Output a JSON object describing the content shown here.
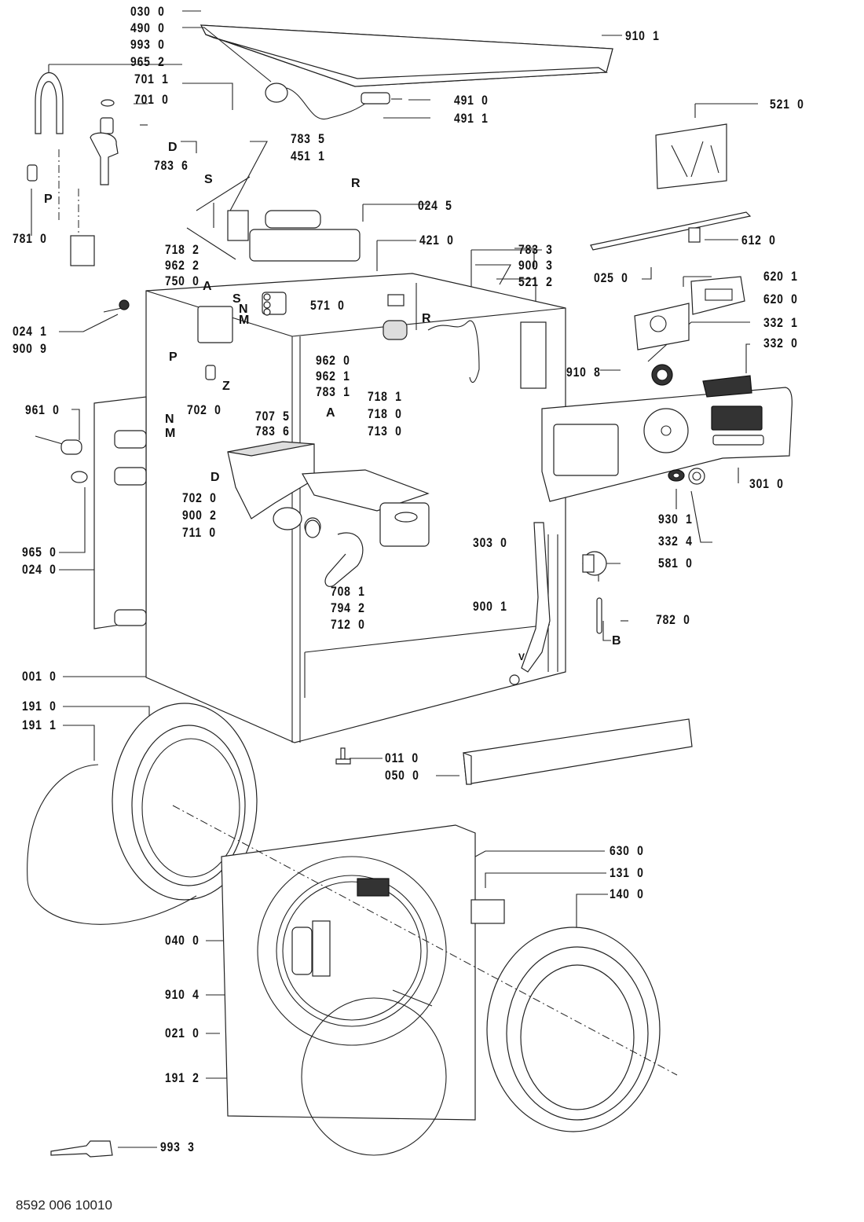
{
  "document": {
    "title": "Washing machine exploded parts diagram",
    "doc_number": "8592 006 10010"
  },
  "part_labels": [
    {
      "id": "030-0",
      "text": "030  0"
    },
    {
      "id": "490-0",
      "text": "490  0"
    },
    {
      "id": "993-0",
      "text": "993  0"
    },
    {
      "id": "965-2",
      "text": "965  2"
    },
    {
      "id": "701-1",
      "text": "701  1"
    },
    {
      "id": "701-0",
      "text": "701  0"
    },
    {
      "id": "783-6a",
      "text": "783  6"
    },
    {
      "id": "783-5",
      "text": "783  5"
    },
    {
      "id": "451-1",
      "text": "451  1"
    },
    {
      "id": "910-1",
      "text": "910  1"
    },
    {
      "id": "491-0",
      "text": "491  0"
    },
    {
      "id": "491-1",
      "text": "491  1"
    },
    {
      "id": "521-0",
      "text": "521  0"
    },
    {
      "id": "024-5",
      "text": "024  5"
    },
    {
      "id": "781-0",
      "text": "781  0"
    },
    {
      "id": "718-2",
      "text": "718  2"
    },
    {
      "id": "962-2",
      "text": "962  2"
    },
    {
      "id": "750-0",
      "text": "750  0"
    },
    {
      "id": "421-0",
      "text": "421  0"
    },
    {
      "id": "612-0",
      "text": "612  0"
    },
    {
      "id": "783-3",
      "text": "783  3"
    },
    {
      "id": "900-3",
      "text": "900  3"
    },
    {
      "id": "521-2",
      "text": "521  2"
    },
    {
      "id": "025-0",
      "text": "025  0"
    },
    {
      "id": "620-1",
      "text": "620  1"
    },
    {
      "id": "620-0",
      "text": "620  0"
    },
    {
      "id": "024-1",
      "text": "024  1"
    },
    {
      "id": "900-9",
      "text": "900  9"
    },
    {
      "id": "571-0",
      "text": "571  0"
    },
    {
      "id": "332-1",
      "text": "332  1"
    },
    {
      "id": "332-0",
      "text": "332  0"
    },
    {
      "id": "910-8",
      "text": "910  8"
    },
    {
      "id": "962-0",
      "text": "962  0"
    },
    {
      "id": "962-1",
      "text": "962  1"
    },
    {
      "id": "783-1",
      "text": "783  1"
    },
    {
      "id": "961-0",
      "text": "961  0"
    },
    {
      "id": "702-0a",
      "text": "702  0"
    },
    {
      "id": "707-5",
      "text": "707  5"
    },
    {
      "id": "783-6b",
      "text": "783  6"
    },
    {
      "id": "718-1",
      "text": "718  1"
    },
    {
      "id": "718-0",
      "text": "718  0"
    },
    {
      "id": "713-0",
      "text": "713  0"
    },
    {
      "id": "702-0b",
      "text": "702  0"
    },
    {
      "id": "900-2",
      "text": "900  2"
    },
    {
      "id": "711-0",
      "text": "711  0"
    },
    {
      "id": "301-0",
      "text": "301  0"
    },
    {
      "id": "930-1",
      "text": "930  1"
    },
    {
      "id": "332-4",
      "text": "332  4"
    },
    {
      "id": "303-0",
      "text": "303  0"
    },
    {
      "id": "965-0",
      "text": "965  0"
    },
    {
      "id": "024-0",
      "text": "024  0"
    },
    {
      "id": "581-0",
      "text": "581  0"
    },
    {
      "id": "708-1",
      "text": "708  1"
    },
    {
      "id": "794-2",
      "text": "794  2"
    },
    {
      "id": "712-0",
      "text": "712  0"
    },
    {
      "id": "900-1",
      "text": "900  1"
    },
    {
      "id": "782-0",
      "text": "782  0"
    },
    {
      "id": "001-0",
      "text": "001  0"
    },
    {
      "id": "191-0",
      "text": "191  0"
    },
    {
      "id": "191-1",
      "text": "191  1"
    },
    {
      "id": "011-0",
      "text": "011  0"
    },
    {
      "id": "050-0",
      "text": "050  0"
    },
    {
      "id": "630-0",
      "text": "630  0"
    },
    {
      "id": "131-0",
      "text": "131  0"
    },
    {
      "id": "140-0",
      "text": "140  0"
    },
    {
      "id": "040-0",
      "text": "040  0"
    },
    {
      "id": "910-4",
      "text": "910  4"
    },
    {
      "id": "021-0",
      "text": "021  0"
    },
    {
      "id": "191-2",
      "text": "191  2"
    },
    {
      "id": "993-3",
      "text": "993  3"
    }
  ],
  "connector_letters": [
    {
      "id": "D1",
      "text": "D"
    },
    {
      "id": "S1",
      "text": "S"
    },
    {
      "id": "R1",
      "text": "R"
    },
    {
      "id": "P1",
      "text": "P"
    },
    {
      "id": "A1",
      "text": "A"
    },
    {
      "id": "S2",
      "text": "S"
    },
    {
      "id": "N1",
      "text": "N"
    },
    {
      "id": "M1",
      "text": "M"
    },
    {
      "id": "P2",
      "text": "P"
    },
    {
      "id": "Z1",
      "text": "Z"
    },
    {
      "id": "R2",
      "text": "R"
    },
    {
      "id": "A2",
      "text": "A"
    },
    {
      "id": "N2",
      "text": "N"
    },
    {
      "id": "M2",
      "text": "M"
    },
    {
      "id": "D2",
      "text": "D"
    },
    {
      "id": "B1",
      "text": "B"
    },
    {
      "id": "V1",
      "text": "V"
    }
  ]
}
